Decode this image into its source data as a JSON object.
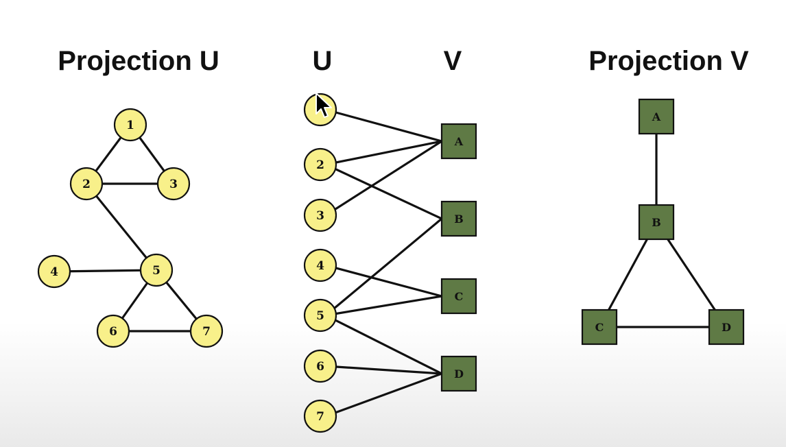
{
  "titles": {
    "projection_u": "Projection U",
    "u": "U",
    "v": "V",
    "projection_v": "Projection V"
  },
  "colors": {
    "u_node_fill": "#f8f08a",
    "v_node_fill": "#5f7a45",
    "edge": "#111111"
  },
  "projection_u": {
    "nodes": [
      "1",
      "2",
      "3",
      "4",
      "5",
      "6",
      "7"
    ],
    "edges": [
      [
        "1",
        "2"
      ],
      [
        "1",
        "3"
      ],
      [
        "2",
        "3"
      ],
      [
        "2",
        "5"
      ],
      [
        "4",
        "5"
      ],
      [
        "5",
        "6"
      ],
      [
        "5",
        "7"
      ],
      [
        "6",
        "7"
      ]
    ]
  },
  "bipartite": {
    "u_nodes": [
      "",
      "2",
      "3",
      "4",
      "5",
      "6",
      "7"
    ],
    "v_nodes": [
      "A",
      "B",
      "C",
      "D"
    ],
    "edges": [
      [
        "1",
        "A"
      ],
      [
        "2",
        "A"
      ],
      [
        "2",
        "B"
      ],
      [
        "3",
        "A"
      ],
      [
        "4",
        "C"
      ],
      [
        "5",
        "B"
      ],
      [
        "5",
        "C"
      ],
      [
        "5",
        "D"
      ],
      [
        "6",
        "D"
      ],
      [
        "7",
        "D"
      ]
    ]
  },
  "projection_v": {
    "nodes": [
      "A",
      "B",
      "C",
      "D"
    ],
    "edges": [
      [
        "A",
        "B"
      ],
      [
        "B",
        "C"
      ],
      [
        "B",
        "D"
      ],
      [
        "C",
        "D"
      ]
    ]
  },
  "cursor_icon": "mouse-pointer-icon"
}
